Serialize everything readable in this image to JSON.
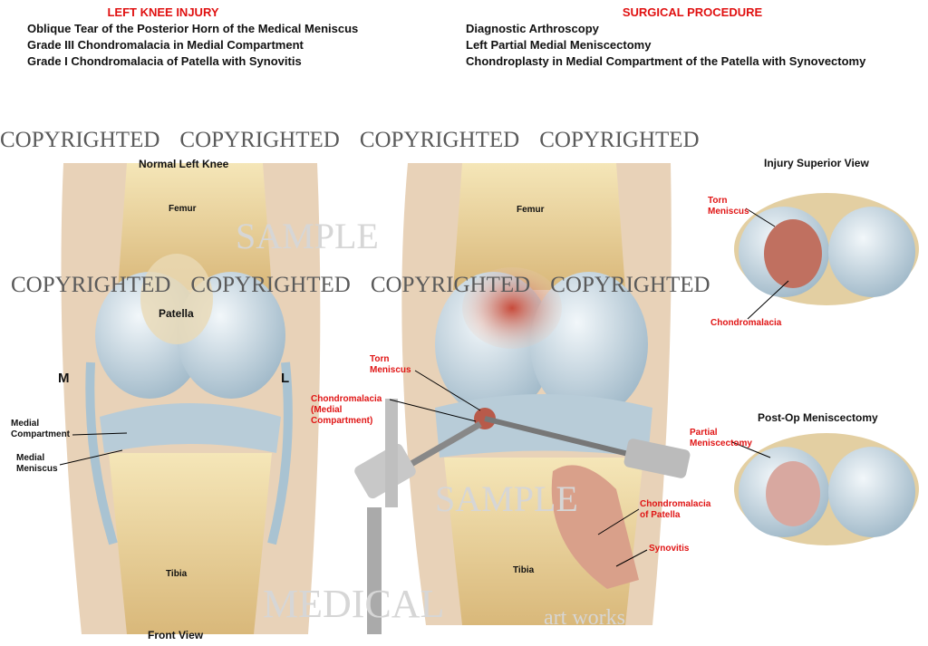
{
  "injury": {
    "title": "LEFT KNEE INJURY",
    "lines": [
      "Oblique Tear of the Posterior Horn of the Medical Meniscus",
      "Grade III Chondromalacia in Medial Compartment",
      "Grade I Chondromalacia of Patella with Synovitis"
    ]
  },
  "procedure": {
    "title": "SURGICAL PROCEDURE",
    "lines": [
      "Diagnostic Arthroscopy",
      "Left Partial Medial Meniscectomy",
      "Chondroplasty in Medial Compartment of the Patella with Synovectomy"
    ]
  },
  "normal_knee": {
    "title": "Normal Left Knee",
    "femur": "Femur",
    "patella": "Patella",
    "medial": "M",
    "lateral": "L",
    "medial_compartment": "Medial Compartment",
    "medial_meniscus": "Medial Meniscus",
    "tibia": "Tibia",
    "caption": "Front View"
  },
  "surgical_knee": {
    "femur": "Femur",
    "torn_meniscus": "Torn Meniscus",
    "chondromalacia_medial": "Chondromalacia (Medial Compartment)",
    "tibia": "Tibia",
    "chondromalacia_patella": "Chondromalacia of Patella",
    "synovitis": "Synovitis"
  },
  "injury_view": {
    "title": "Injury Superior View",
    "torn_meniscus": "Torn Meniscus",
    "chondromalacia": "Chondromalacia"
  },
  "postop_view": {
    "title": "Post-Op Meniscectomy",
    "partial": "Partial Meniscectomy"
  },
  "watermark": {
    "text": "COPYRIGHTED",
    "sample": "SAMPLE",
    "brand": "MEDICAL",
    "brand_sub": "art works"
  },
  "colors": {
    "label_red": "#e01515",
    "skin": "#e6cdb0",
    "bone": "#efdca0",
    "cartilage": "#c9dbe6"
  }
}
